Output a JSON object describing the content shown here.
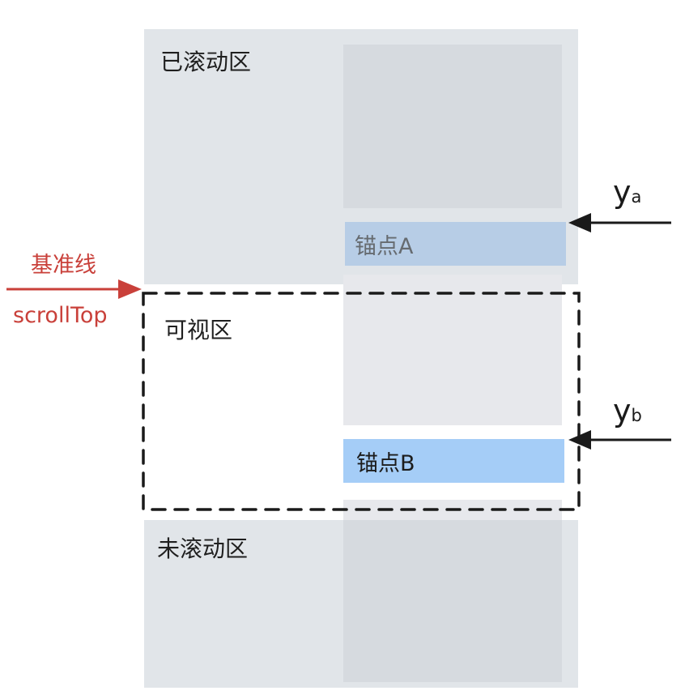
{
  "zones": {
    "scrolled": {
      "label": "已滚动区"
    },
    "visible": {
      "label": "可视区"
    },
    "unscrolled": {
      "label": "未滚动区"
    }
  },
  "anchors": {
    "a": {
      "label": "锚点A"
    },
    "b": {
      "label": "锚点B"
    }
  },
  "baseline": {
    "label": "基准线",
    "sublabel": "scrollTop",
    "color": "#c9403a"
  },
  "markers": {
    "ya": {
      "main": "y",
      "sub": "a"
    },
    "yb": {
      "main": "y",
      "sub": "b"
    }
  },
  "colors": {
    "zone_bg": "#e1e5e9",
    "item_gray": "#d6dadf",
    "anchor_a": "#b7cde6",
    "anchor_b": "#a5cdf7",
    "dashed_border": "#1a1a1a"
  }
}
